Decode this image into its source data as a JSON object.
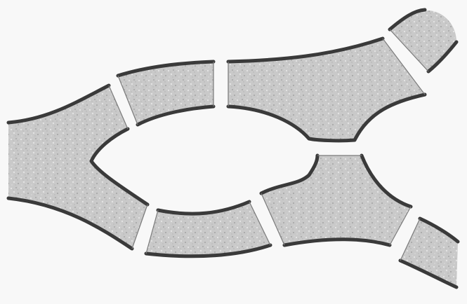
{
  "scene": {
    "subject": "segmented-branching-channel",
    "colors": {
      "background": "#f8f8f8",
      "fill": "#c9c9c9",
      "speckle": "#e4e4e4",
      "outline": "#3a3a3a"
    },
    "segments": [
      "left-trunk",
      "upper-left",
      "upper-middle",
      "upper-right-small",
      "lower-left",
      "lower-middle",
      "lower-right-small"
    ]
  }
}
